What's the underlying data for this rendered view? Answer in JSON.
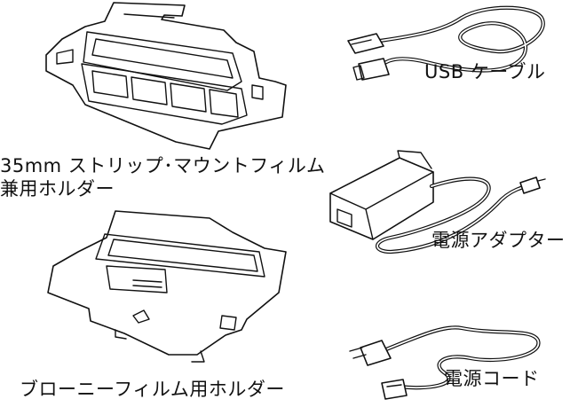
{
  "items": [
    {
      "id": "film-holder-35mm",
      "label_line1": "35mm ストリップ･マウントフィルム",
      "label_line2": "兼用ホルダー"
    },
    {
      "id": "usb-cable",
      "label": "USB ケーブル"
    },
    {
      "id": "ac-adapter",
      "label": "電源アダプター"
    },
    {
      "id": "brownie-film-holder",
      "label": "ブローニーフィルム用ホルダー"
    },
    {
      "id": "power-cord",
      "label": "電源コード"
    }
  ]
}
